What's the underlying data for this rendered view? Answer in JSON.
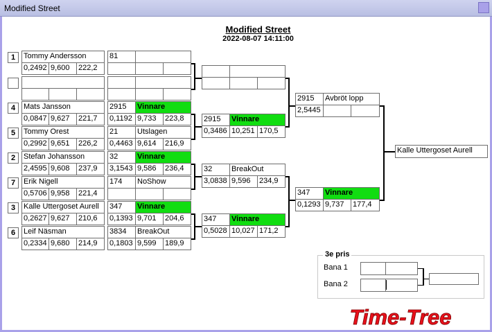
{
  "window": {
    "title": "Modified Street"
  },
  "header": {
    "title": "Modified Street",
    "datetime": "2022-08-07 14:11:00"
  },
  "round1": [
    {
      "seed": "1",
      "name": "Tommy Andersson",
      "rt": "0,2492",
      "et": "9,600",
      "speed": "222,2",
      "lane": "81",
      "status": "",
      "rt2": "",
      "et2": "",
      "speed2": "",
      "winner": false
    },
    {
      "seed": "",
      "name": "",
      "rt": "",
      "et": "",
      "speed": "",
      "lane": "",
      "status": "",
      "rt2": "",
      "et2": "",
      "speed2": "",
      "winner": false
    },
    {
      "seed": "4",
      "name": "Mats Jansson",
      "rt": "0,0847",
      "et": "9,627",
      "speed": "221,7",
      "lane": "2915",
      "status": "Vinnare",
      "rt2": "0,1192",
      "et2": "9,733",
      "speed2": "223,8",
      "winner": true
    },
    {
      "seed": "5",
      "name": "Tommy Orest",
      "rt": "0,2992",
      "et": "9,651",
      "speed": "226,2",
      "lane": "21",
      "status": "Utslagen",
      "rt2": "0,4463",
      "et2": "9,614",
      "speed2": "216,9",
      "winner": false
    },
    {
      "seed": "2",
      "name": "Stefan Johansson",
      "rt": "2,4595",
      "et": "9,608",
      "speed": "237,9",
      "lane": "32",
      "status": "Vinnare",
      "rt2": "3,1543",
      "et2": "9,586",
      "speed2": "236,4",
      "winner": true
    },
    {
      "seed": "7",
      "name": "Erik Nigell",
      "rt": "0,5706",
      "et": "9,958",
      "speed": "221,4",
      "lane": "174",
      "status": "NoShow",
      "rt2": "",
      "et2": "",
      "speed2": "",
      "winner": false
    },
    {
      "seed": "3",
      "name": "Kalle Uttergoset Aurell",
      "rt": "0,2627",
      "et": "9,627",
      "speed": "210,6",
      "lane": "347",
      "status": "Vinnare",
      "rt2": "0,1393",
      "et2": "9,701",
      "speed2": "204,6",
      "winner": true
    },
    {
      "seed": "6",
      "name": "Leif Näsman",
      "rt": "0,2334",
      "et": "9,680",
      "speed": "214,9",
      "lane": "3834",
      "status": "BreakOut",
      "rt2": "0,1803",
      "et2": "9,599",
      "speed2": "189,9",
      "winner": false
    }
  ],
  "round2": [
    {
      "lane": "",
      "status": "",
      "rt": "",
      "et": "",
      "speed": "",
      "winner": false
    },
    {
      "lane": "2915",
      "status": "Vinnare",
      "rt": "0,3486",
      "et": "10,251",
      "speed": "170,5",
      "winner": true
    },
    {
      "lane": "32",
      "status": "BreakOut",
      "rt": "3,0838",
      "et": "9,596",
      "speed": "234,9",
      "winner": false
    },
    {
      "lane": "347",
      "status": "Vinnare",
      "rt": "0,5028",
      "et": "10,027",
      "speed": "171,2",
      "winner": true
    }
  ],
  "round3": [
    {
      "lane": "2915",
      "status": "Avbröt lopp",
      "rt": "2,5445",
      "et": "",
      "speed": "",
      "winner": false
    },
    {
      "lane": "347",
      "status": "Vinnare",
      "rt": "0,1293",
      "et": "9,737",
      "speed": "177,4",
      "winner": true
    }
  ],
  "final": {
    "winner_name": "Kalle Uttergoset Aurell"
  },
  "third_place": {
    "title": "3e pris",
    "lane1_label": "Bana 1",
    "lane2_label": "Bana 2",
    "lane1_a": "",
    "lane1_b": "",
    "lane2_a": "",
    "lane2_b": "",
    "result": ""
  },
  "logo": {
    "text": "Time-Tree",
    "color": "#e8111b"
  }
}
